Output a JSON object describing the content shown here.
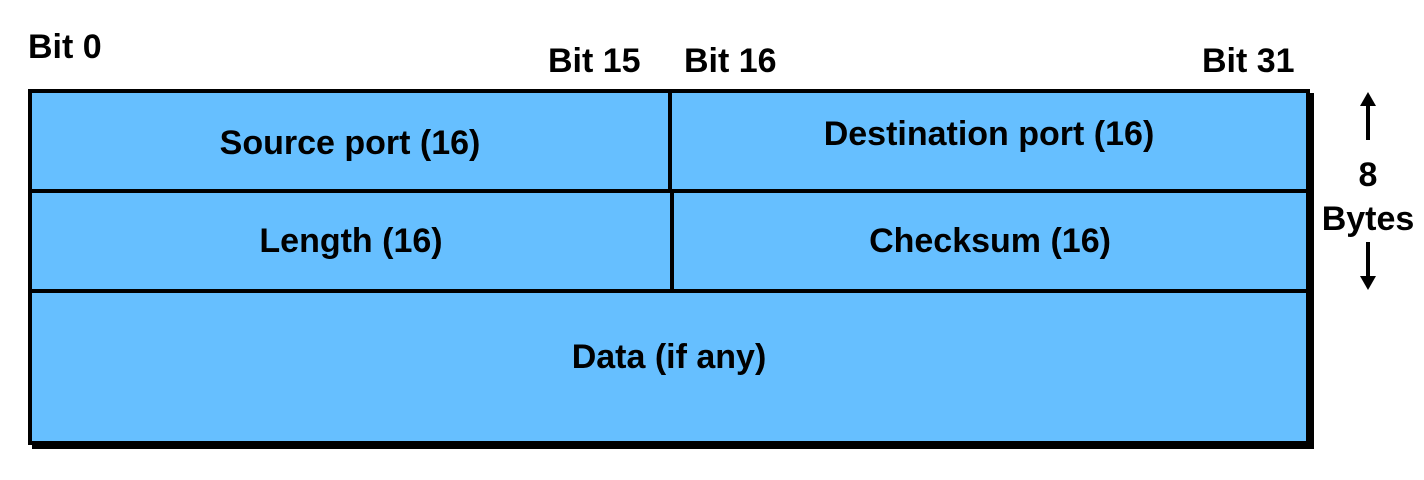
{
  "bit_labels": {
    "bit_0": "Bit 0",
    "bit_15": "Bit 15",
    "bit_16": "Bit 16",
    "bit_31": "Bit 31"
  },
  "fields": {
    "source_port": "Source port (16)",
    "destination_port": "Destination port (16)",
    "length": "Length (16)",
    "checksum": "Checksum (16)",
    "data": "Data (if any)"
  },
  "header_size": {
    "number": "8",
    "unit": "Bytes"
  },
  "colors": {
    "field_fill": "#66bfff",
    "border": "#000000"
  },
  "icons": {
    "up": "arrow-up-icon",
    "down": "arrow-down-icon"
  }
}
